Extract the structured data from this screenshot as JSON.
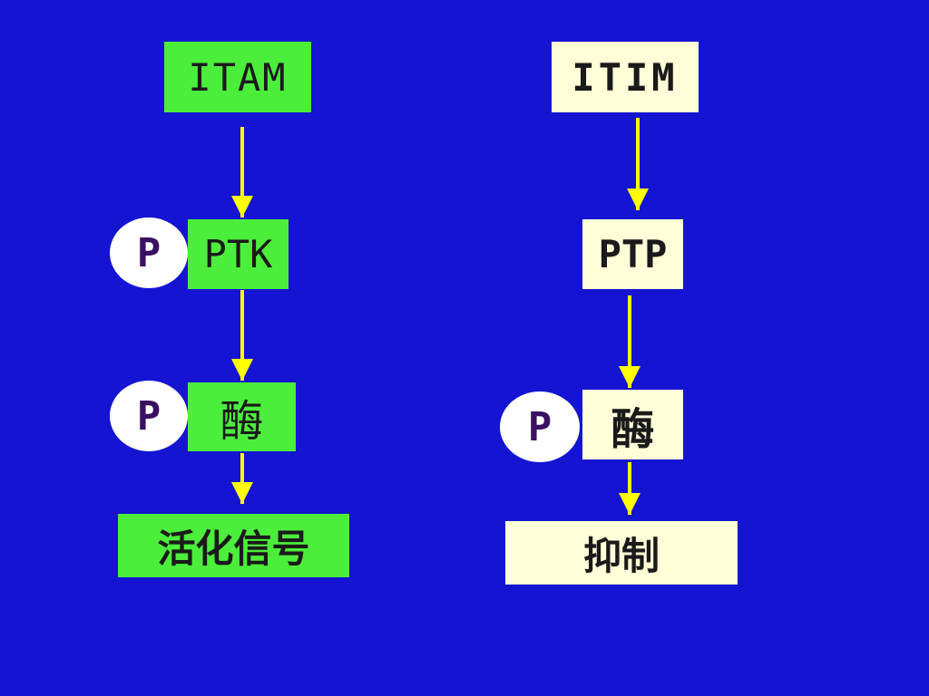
{
  "colors": {
    "background": "#1414d2",
    "activating_box": "#4cee3c",
    "inhibitory_box": "#fefed8",
    "arrow": "#ffff00",
    "phospho_circle": "#ffffff",
    "phospho_text": "#3a1060"
  },
  "left": {
    "motif": "ITAM",
    "kinase": "PTK",
    "enzyme": "酶",
    "outcome": "活化信号",
    "phospho_kinase": "P",
    "phospho_enzyme": "P"
  },
  "right": {
    "motif": "ITIM",
    "phosphatase": "PTP",
    "enzyme": "酶",
    "outcome": "抑制",
    "phospho_enzyme": "P"
  }
}
